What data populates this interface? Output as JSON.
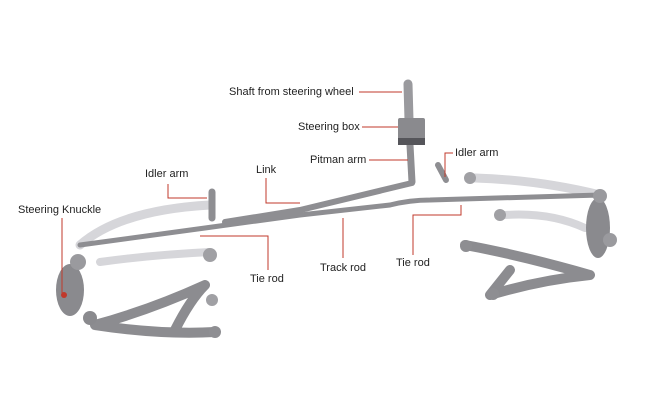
{
  "labels": {
    "shaft": "Shaft from steering wheel",
    "steering_box": "Steering box",
    "pitman_arm": "Pitman arm",
    "idler_arm_right": "Idler arm",
    "idler_arm_left": "Idler arm",
    "link": "Link",
    "steering_knuckle": "Steering Knuckle",
    "tie_rod_left": "Tie rod",
    "track_rod": "Track rod",
    "tie_rod_right": "Tie rod"
  },
  "colors": {
    "leader": "#c0392b",
    "part": "#9a9a9e",
    "part_dark": "#6e6e72",
    "part_light": "#c8c8cc"
  }
}
